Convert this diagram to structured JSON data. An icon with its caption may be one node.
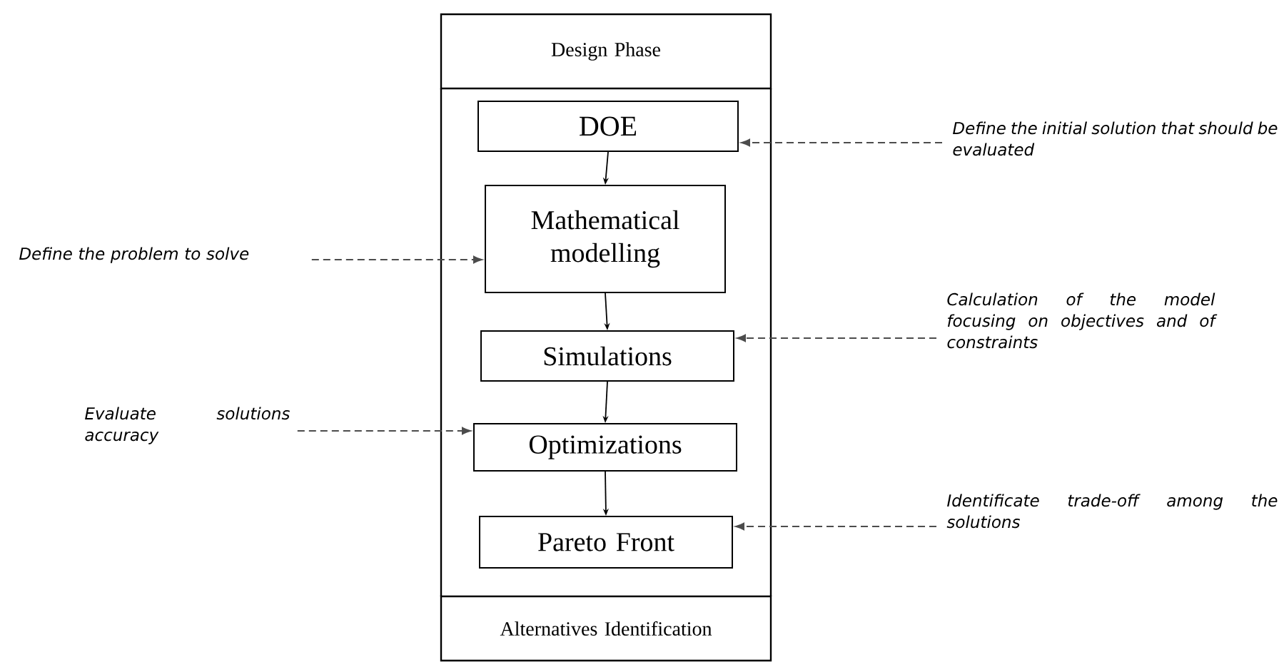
{
  "diagram": {
    "nodes": [
      {
        "text": [
          "Design Phase"
        ]
      },
      {
        "text": [
          "DOE"
        ]
      },
      {
        "text": [
          "Mathematical modelling"
        ]
      },
      {
        "text": [
          "Simulations"
        ]
      },
      {
        "text": [
          "Optimizations"
        ]
      },
      {
        "text": [
          "Pareto Front"
        ]
      },
      {
        "text": [
          "Alternatives Identification"
        ]
      },
      {
        "text": [
          "Define the initial solution that should be evaluated"
        ]
      },
      {
        "text": [
          "Define the problem to solve"
        ]
      },
      {
        "text": [
          "Calculation of the model focusing on objectives and of constraints"
        ]
      },
      {
        "text": [
          "Evaluate solutions accuracy"
        ]
      },
      {
        "text": [
          "Identificate trade-off among the solutions"
        ]
      }
    ],
    "edges": [
      {
        "from": 1,
        "to": 2,
        "arrow": "to"
      },
      {
        "from": 2,
        "to": 3,
        "arrow": "to"
      },
      {
        "from": 3,
        "to": 4,
        "arrow": "to"
      },
      {
        "from": 4,
        "to": 5,
        "arrow": "to"
      },
      {
        "from": 7,
        "to": 1,
        "arrow": "to",
        "style": "dashed"
      },
      {
        "from": 8,
        "to": 2,
        "arrow": "to",
        "style": "dashed"
      },
      {
        "from": 9,
        "to": 3,
        "arrow": "to",
        "style": "dashed"
      },
      {
        "from": 10,
        "to": 4,
        "arrow": "to",
        "style": "dashed"
      },
      {
        "from": 11,
        "to": 5,
        "arrow": "to",
        "style": "dashed"
      }
    ]
  }
}
